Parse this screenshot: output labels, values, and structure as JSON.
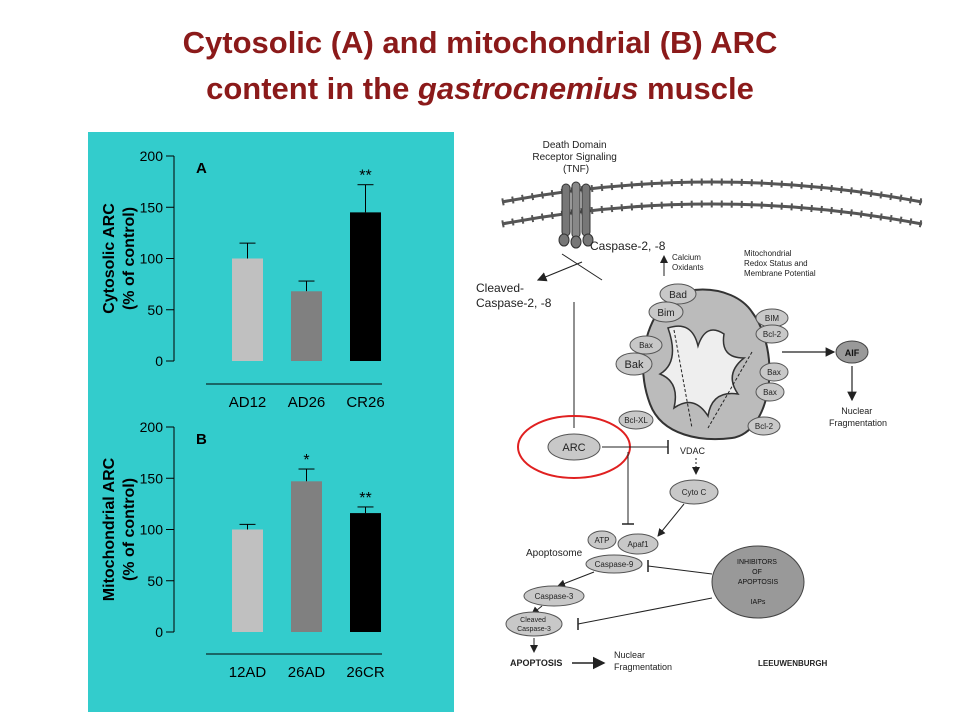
{
  "title": {
    "line1": "Cytosolic (A) and mitochondrial (B) ARC",
    "line2_prefix": "content in the ",
    "line2_italic": "gastrocnemius",
    "line2_suffix": " muscle"
  },
  "chart_data": [
    {
      "type": "bar",
      "panel_label": "A",
      "ylabel_line1": "Cytosolic ARC",
      "ylabel_line2": "(% of control)",
      "categories": [
        "AD12",
        "AD26",
        "CR26"
      ],
      "values": [
        100,
        68,
        145
      ],
      "errors": [
        15,
        10,
        27
      ],
      "significance": [
        "",
        "",
        "**"
      ],
      "colors": [
        "#c0c0c0",
        "#808080",
        "#000000"
      ],
      "ylim": [
        0,
        200
      ],
      "yticks": [
        0,
        50,
        100,
        150,
        200
      ]
    },
    {
      "type": "bar",
      "panel_label": "B",
      "ylabel_line1": "Mitochondrial ARC",
      "ylabel_line2": "(% of control)",
      "categories": [
        "12AD",
        "26AD",
        "26CR"
      ],
      "values": [
        100,
        147,
        116
      ],
      "errors": [
        5,
        12,
        6
      ],
      "significance": [
        "",
        "*",
        "**"
      ],
      "colors": [
        "#c0c0c0",
        "#808080",
        "#000000"
      ],
      "ylim": [
        0,
        200
      ],
      "yticks": [
        0,
        50,
        100,
        150,
        200
      ]
    }
  ],
  "diagram": {
    "death_domain": [
      "Death Domain",
      "Receptor Signaling",
      "(TNF)"
    ],
    "caspase_28": "Caspase-2, -8",
    "cleaved": [
      "Cleaved-",
      "Caspase-2, -8"
    ],
    "calcium": [
      "Calcium",
      "Oxidants"
    ],
    "mito_redox": [
      "Mitochondrial",
      "Redox Status and",
      "Membrane Potential"
    ],
    "bad": "Bad",
    "bim_left": "Bim",
    "bim_right": "BIM",
    "bcl2_top": "Bcl-2",
    "bax_left": "Bax",
    "bak": "Bak",
    "bax_right1": "Bax",
    "bax_right2": "Bax",
    "bclxl": "Bcl-XL",
    "bcl2_bottom": "Bcl-2",
    "aif": "AIF",
    "nuclear_frag_right": [
      "Nuclear",
      "Fragmentation"
    ],
    "arc": "ARC",
    "vdac": "VDAC",
    "cyto_c": "Cyto C",
    "apoptosome": "Apoptosome",
    "atp": "ATP",
    "apaf1": "Apaf1",
    "caspase9": "Caspase-9",
    "inhibitors": [
      "INHIBITORS",
      "OF",
      "APOPTOSIS"
    ],
    "iaps": "IAPs",
    "caspase3": "Caspase-3",
    "cleaved_casp3": [
      "Cleaved",
      "Caspase-3"
    ],
    "apoptosis": "APOPTOSIS",
    "nuclear_frag_bottom": [
      "Nuclear",
      "Fragmentation"
    ],
    "author": "LEEUWENBURGH"
  }
}
